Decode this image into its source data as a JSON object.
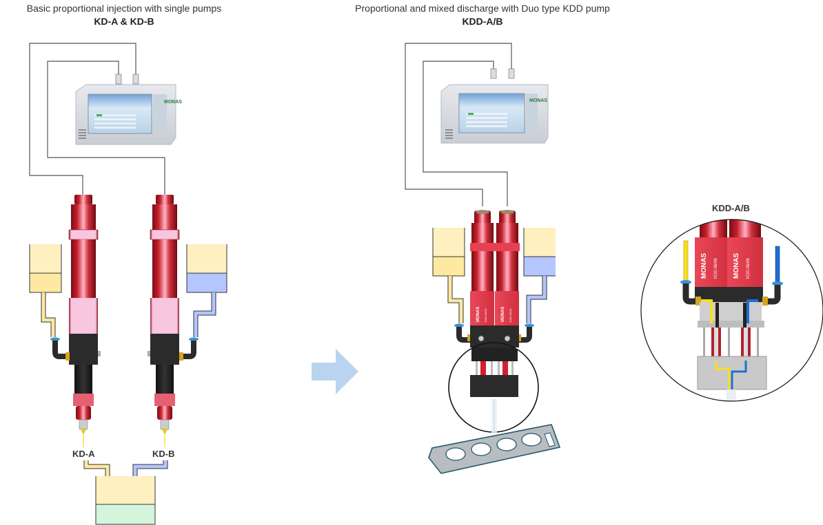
{
  "left_panel": {
    "title": "Basic proportional injection with single pumps",
    "subtitle": "KD-A & KD-B",
    "pump_a_label": "KD-A",
    "pump_b_label": "KD-B"
  },
  "middle_panel": {
    "title": "Proportional and mixed discharge with Duo type KDD pump",
    "subtitle": "KDD-A/B",
    "pump_brand": "MONAS",
    "pump_model": "KDD-02/02"
  },
  "detail_panel": {
    "title": "KDD-A/B",
    "pump_brand": "MONAS",
    "pump_model": "KDD-06/06"
  },
  "controller": {
    "brand": "MONAS"
  },
  "colors": {
    "material_a": "#ffe8a0",
    "material_a_light": "#fff0c0",
    "material_b": "#b3c6ff",
    "mixed": "#d4f5dc",
    "pump_red": "#c8202c",
    "pump_pink": "#f9c6e0",
    "arrow": "#b9d4ee",
    "wire": "#555555"
  }
}
